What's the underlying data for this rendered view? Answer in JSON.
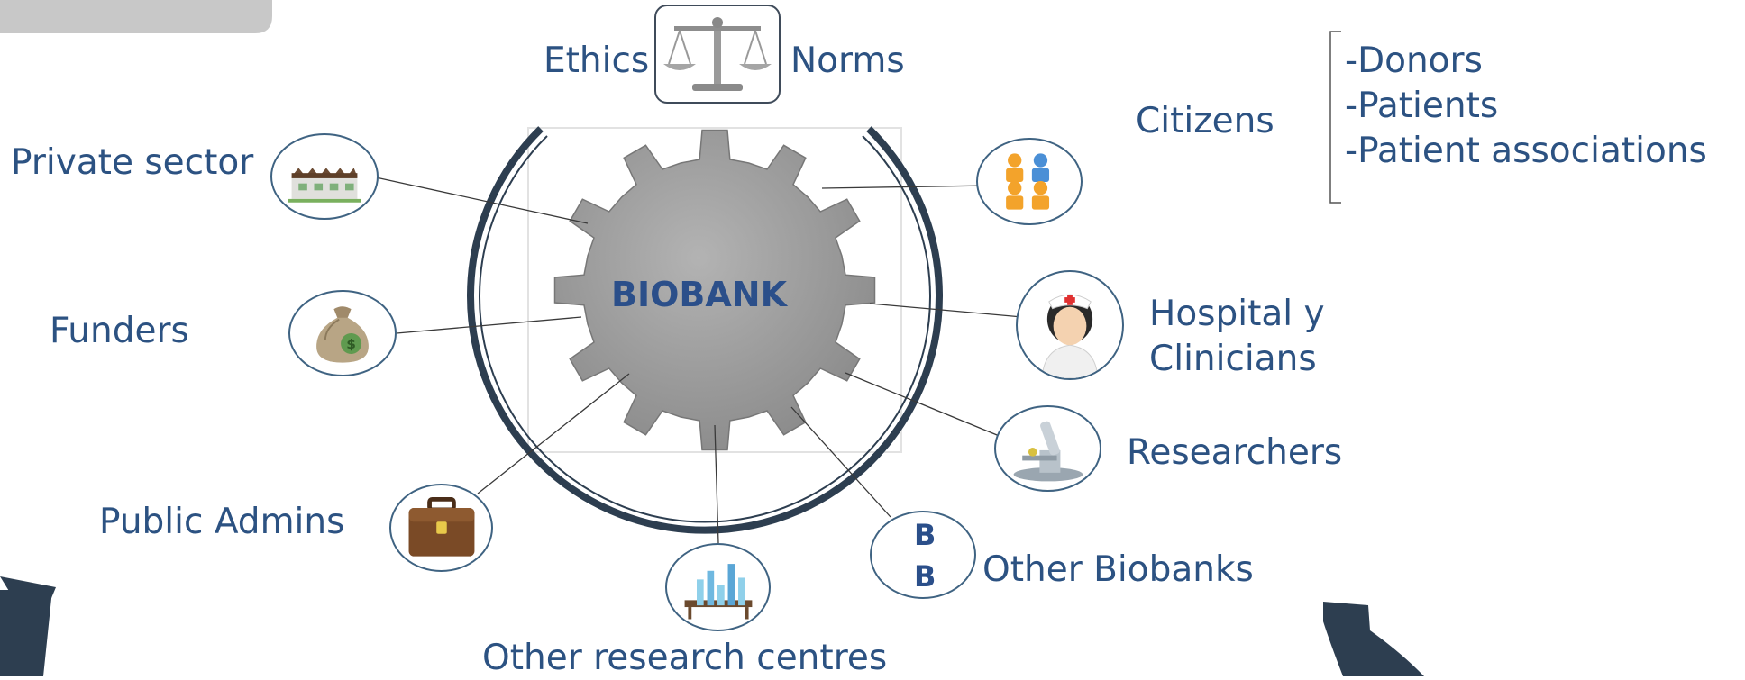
{
  "center": {
    "label": "BIOBANK"
  },
  "top": {
    "left_label": "Ethics",
    "right_label": "Norms"
  },
  "stakeholders": {
    "private_sector": "Private sector",
    "funders": "Funders",
    "public_admins": "Public Admins",
    "other_research_centres": "Other research centres",
    "other_biobanks": "Other Biobanks",
    "researchers": "Researchers",
    "hospital_line1": "Hospital y",
    "hospital_line2": "Clinicians",
    "citizens": "Citizens"
  },
  "citizens_list": [
    "-Donors",
    "-Patients",
    "-Patient associations"
  ],
  "biobank_icon": {
    "letter_top": "B",
    "letter_bottom": "B"
  },
  "icons": {
    "ethics": "scales-icon",
    "private_sector": "factory-icon",
    "funders": "money-bag-icon",
    "public_admins": "briefcase-icon",
    "other_research_centres": "test-tubes-icon",
    "researchers": "microscope-icon",
    "hospital": "nurse-icon",
    "citizens": "people-icon"
  },
  "colors": {
    "text": "#2c5282",
    "ring": "#2d3e50",
    "gear": "#9b9b9b",
    "circle_border": "#3f6382",
    "arrow": "#2d3e50",
    "corner_tab": "#c8c8c8"
  }
}
